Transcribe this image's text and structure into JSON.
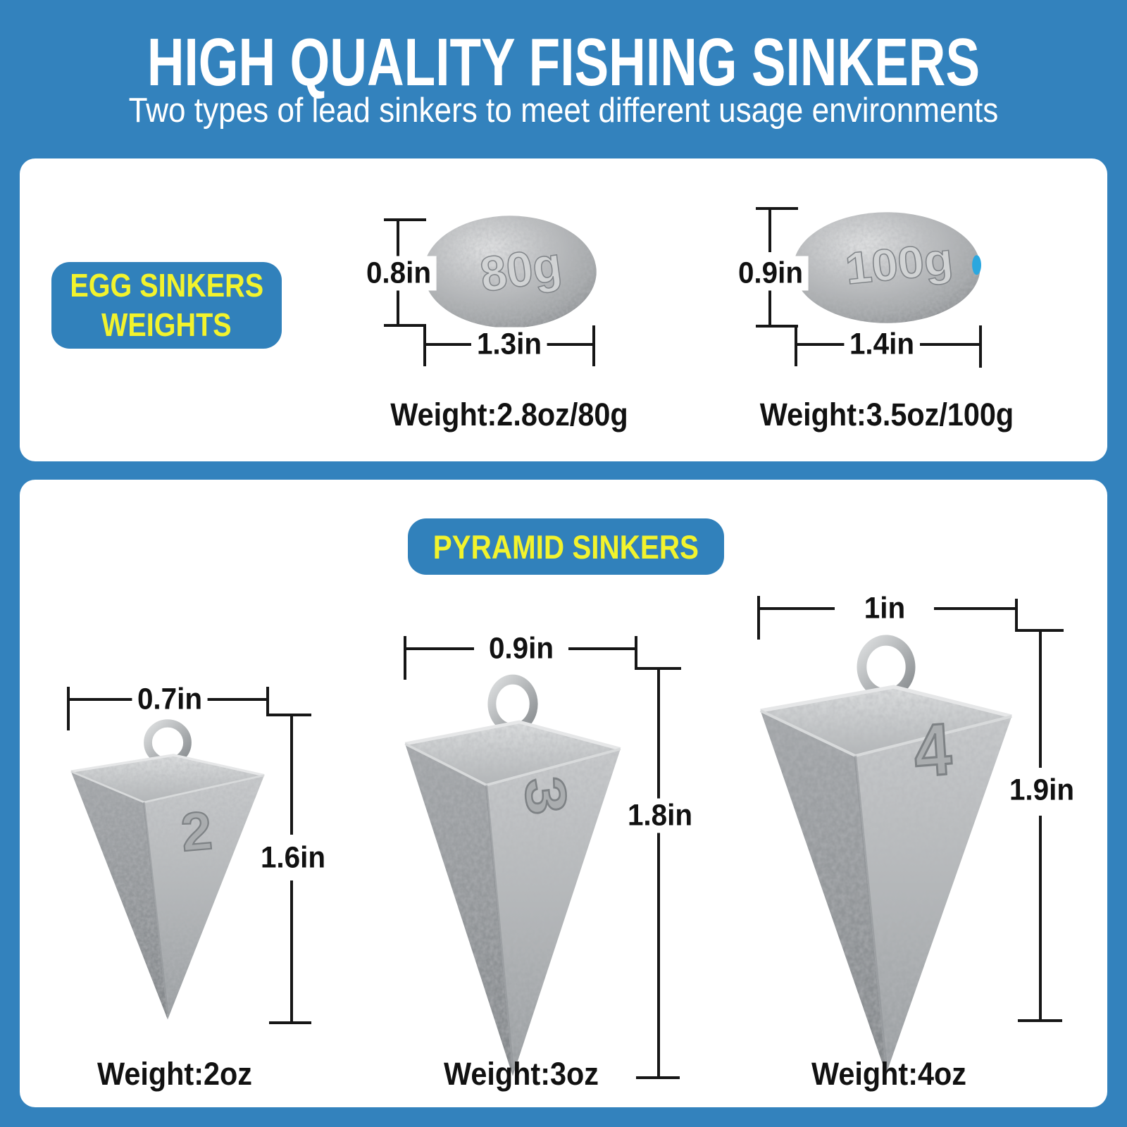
{
  "header": {
    "title": "HIGH QUALITY FISHING SINKERS",
    "subtitle": "Two types of lead sinkers to meet different usage environments"
  },
  "egg_section": {
    "badge_line1": "EGG SINKERS",
    "badge_line2": "WEIGHTS",
    "sinkers": [
      {
        "engraving": "80g",
        "height_label": "0.8in",
        "width_label": "1.3in",
        "weight_label": "Weight:2.8oz/80g"
      },
      {
        "engraving": "100g",
        "height_label": "0.9in",
        "width_label": "1.4in",
        "weight_label": "Weight:3.5oz/100g"
      }
    ]
  },
  "pyramid_section": {
    "badge": "PYRAMID SINKERS",
    "sinkers": [
      {
        "engraving": "2",
        "width_label": "0.7in",
        "height_label": "1.6in",
        "weight_label": "Weight:2oz"
      },
      {
        "engraving": "3",
        "width_label": "0.9in",
        "height_label": "1.8in",
        "weight_label": "Weight:3oz"
      },
      {
        "engraving": "4",
        "width_label": "1in",
        "height_label": "1.9in",
        "weight_label": "Weight:4oz"
      }
    ]
  },
  "colors": {
    "background_blue": "#3382bd",
    "badge_blue": "#3181bb",
    "badge_text_yellow": "#f2f32d",
    "annotation_black": "#161616",
    "lead_gray": "#b5b8ba",
    "insert_blue_dot": "#2ba7df"
  }
}
